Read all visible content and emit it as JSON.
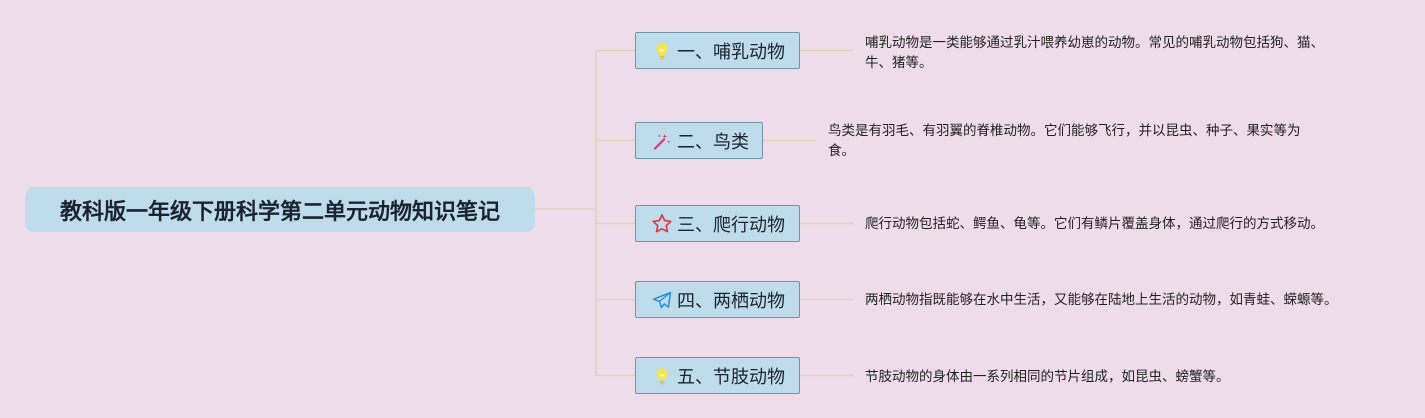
{
  "root": {
    "title": "教科版一年级下册科学第二单元动物知识笔记"
  },
  "branches": [
    {
      "icon": "lightbulb-icon",
      "label": "一、哺乳动物",
      "note": [
        "哺乳动物是一类能够通过乳汁喂养幼崽的动物。常见的哺乳动物包括狗、猫、",
        "牛、猪等。"
      ]
    },
    {
      "icon": "magic-wand-icon",
      "label": "二、鸟类",
      "note": [
        "鸟类是有羽毛、有羽翼的脊椎动物。它们能够飞行，并以昆虫、种子、果实等为",
        "食。"
      ]
    },
    {
      "icon": "star-icon",
      "label": "三、爬行动物",
      "note": [
        "爬行动物包括蛇、鳄鱼、龟等。它们有鳞片覆盖身体，通过爬行的方式移动。"
      ]
    },
    {
      "icon": "paper-plane-icon",
      "label": "四、两栖动物",
      "note": [
        "两栖动物指既能够在水中生活，又能够在陆地上生活的动物，如青蛙、蝾螈等。"
      ]
    },
    {
      "icon": "lightbulb-icon",
      "label": "五、节肢动物",
      "note": [
        "节肢动物的身体由一系列相同的节片组成，如昆虫、螃蟹等。"
      ]
    }
  ],
  "colors": {
    "background": "#efdceb",
    "node_fill": "#bfdcec",
    "node_border": "#6f95a6",
    "connector": "#e3d3b6",
    "lightbulb": "#f3e64a",
    "wand": "#e0337a",
    "star": "#e2323a",
    "plane": "#2a8fd6"
  }
}
